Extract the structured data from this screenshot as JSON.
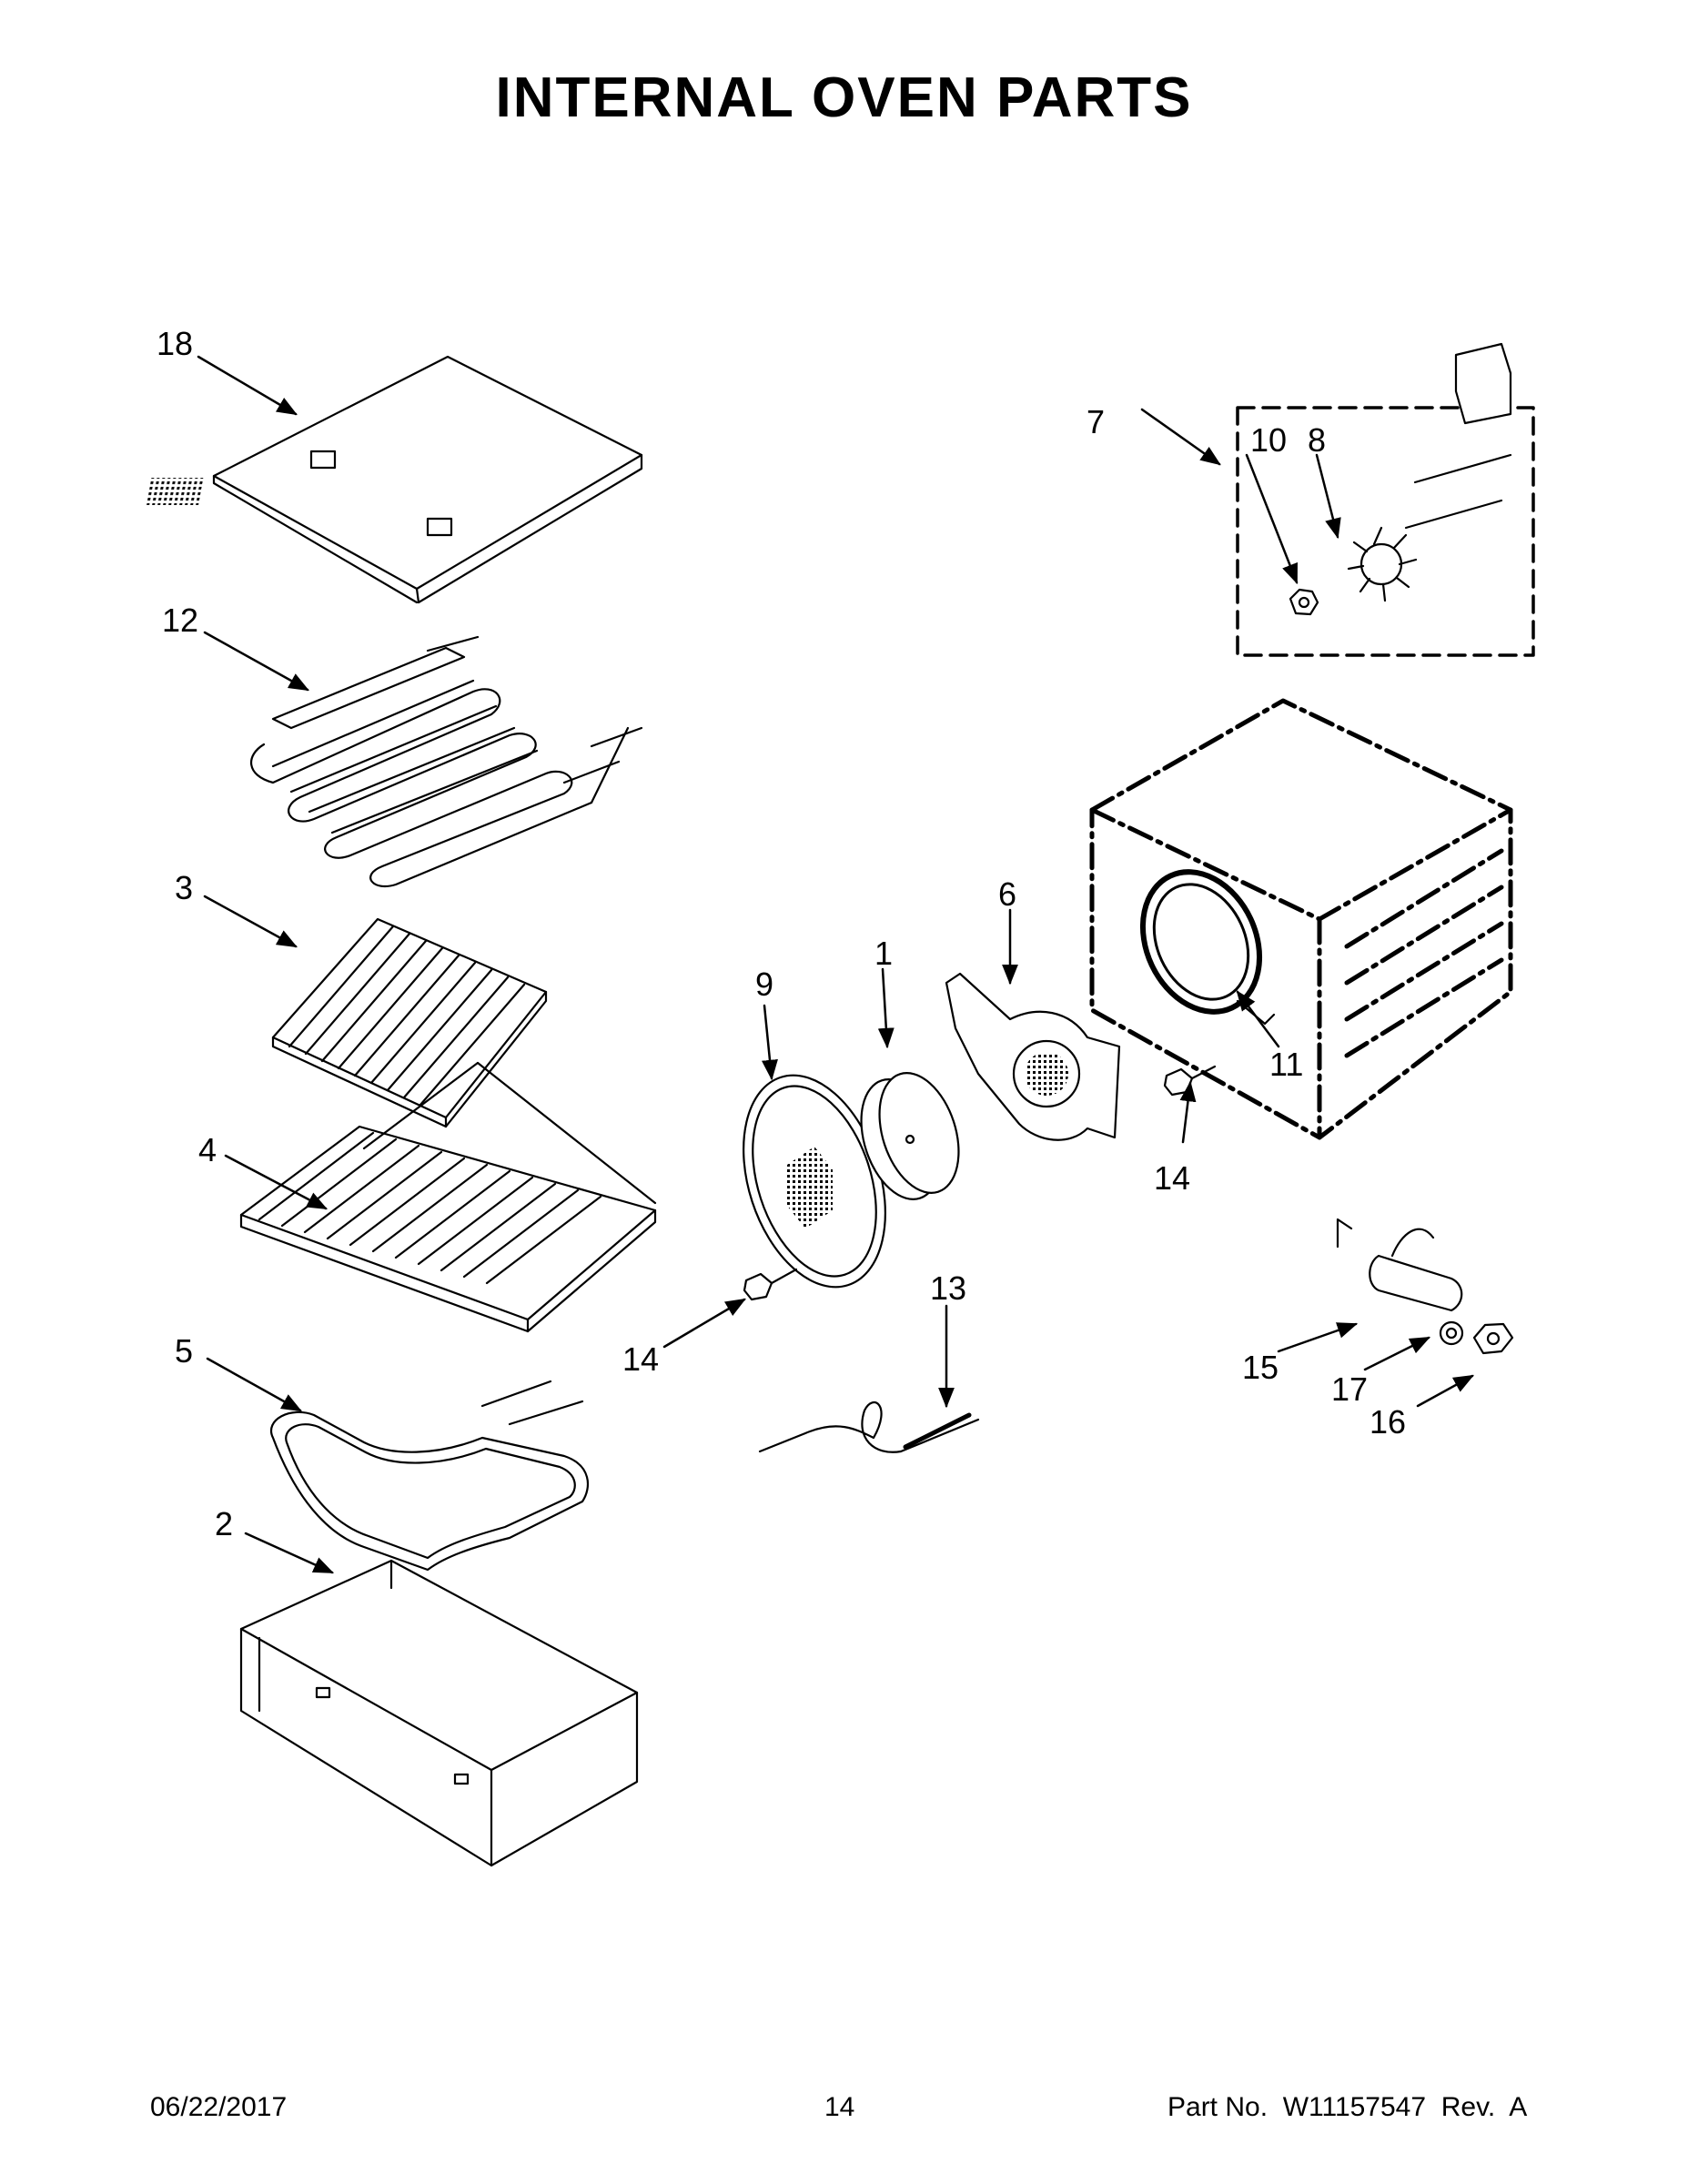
{
  "title": "INTERNAL OVEN PARTS",
  "callouts": {
    "p18": "18",
    "p12": "12",
    "p3": "3",
    "p4": "4",
    "p5": "5",
    "p2": "2",
    "p9": "9",
    "p1": "1",
    "p6": "6",
    "p7": "7",
    "p10": "10",
    "p8": "8",
    "p11": "11",
    "p14a": "14",
    "p14b": "14",
    "p13": "13",
    "p15": "15",
    "p17": "17",
    "p16": "16"
  },
  "footer": {
    "date": "06/22/2017",
    "page": "14",
    "part_no": "Part No.  W11157547  Rev.  A"
  }
}
